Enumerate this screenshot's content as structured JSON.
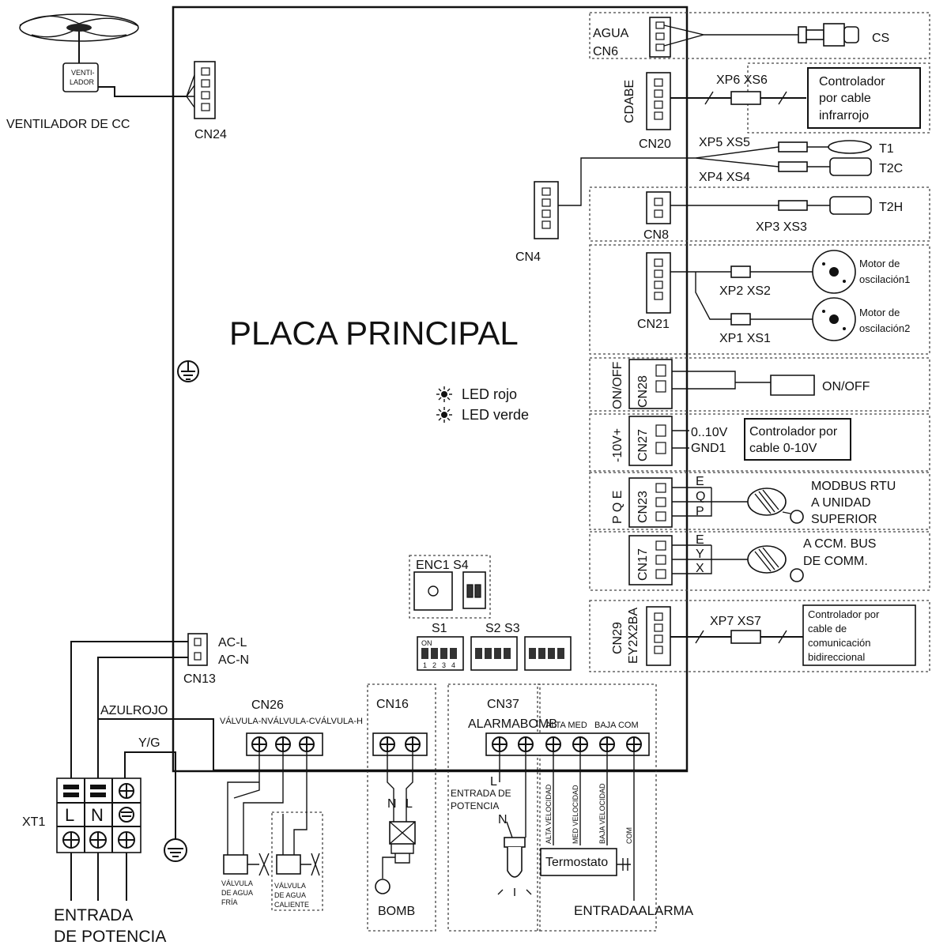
{
  "board": {
    "title": "PLACA PRINCIPAL",
    "led_red": "LED rojo",
    "led_green": "LED verde"
  },
  "fan": {
    "box_label_1": "VENTI-",
    "box_label_2": "LADOR",
    "caption": "VENTILADOR DE CC",
    "connector": "CN24"
  },
  "cn6": {
    "label_1": "AGUA",
    "label_2": "CN6",
    "device": "CS"
  },
  "cn20": {
    "vertical": "CDABE",
    "connector": "CN20",
    "plug": "XP6 XS6",
    "ctrl_1": "Controlador",
    "ctrl_2": "por cable",
    "ctrl_3": "infrarrojo"
  },
  "cn4": {
    "connector": "CN4",
    "plug_t1": "XP5 XS5",
    "plug_t2c": "XP4 XS4",
    "sensor_t1": "T1",
    "sensor_t2c": "T2C"
  },
  "cn8": {
    "connector": "CN8",
    "plug": "XP3 XS3",
    "sensor": "T2H"
  },
  "cn21": {
    "connector": "CN21",
    "plug_1": "XP2 XS2",
    "plug_2": "XP1 XS1",
    "motor1_a": "Motor de",
    "motor1_b": "oscilación1",
    "motor2_a": "Motor de",
    "motor2_b": "oscilación2"
  },
  "cn28": {
    "vertical": "ON/OFF",
    "connector": "CN28",
    "switch": "ON/OFF"
  },
  "cn27": {
    "vertical": "-10V+",
    "connector": "CN27",
    "sig_1": "0..10V",
    "sig_2": "GND1",
    "ctrl_1": "Controlador por",
    "ctrl_2": "cable 0-10V"
  },
  "cn23": {
    "vertical": "P Q E",
    "connector": "CN23",
    "pin_e": "E",
    "pin_q": "Q",
    "pin_p": "P",
    "text_1": "MODBUS RTU",
    "text_2": "A UNIDAD",
    "text_3": "SUPERIOR"
  },
  "cn17": {
    "connector": "CN17",
    "pin_e": "E",
    "pin_y": "Y",
    "pin_x": "X",
    "text_1": "A CCM. BUS",
    "text_2": "DE COMM."
  },
  "cn29": {
    "vertical_1": "CN29",
    "vertical_2": "EY2X2BA",
    "plug": "XP7 XS7",
    "ctrl_1": "Controlador por",
    "ctrl_2": "cable de",
    "ctrl_3": "comunicación",
    "ctrl_4": "bidireccional"
  },
  "switches": {
    "enc": "ENC1 S4",
    "s1": "S1",
    "s2s3": "S2 S3",
    "on": "ON",
    "n1": "1",
    "n2": "2",
    "n3": "3",
    "n4": "4"
  },
  "cn13": {
    "acl": "AC-L",
    "acn": "AC-N",
    "connector": "CN13"
  },
  "power": {
    "azulrojo": "AZULROJO",
    "yg": "Y/G",
    "xt1": "XT1",
    "l": "L",
    "n": "N",
    "caption_1": "ENTRADA",
    "caption_2": "DE POTENCIA"
  },
  "cn26": {
    "connector": "CN26",
    "pins": "VÁLVULA-NVÁLVULA-CVÁLVULA-H",
    "cold_1": "VÁLVULA",
    "cold_2": "DE AGUA",
    "cold_3": "FRÍA",
    "hot_1": "VÁLVULA",
    "hot_2": "DE AGUA",
    "hot_3": "CALIENTE"
  },
  "cn16": {
    "connector": "CN16",
    "n": "N",
    "l": "L",
    "caption": "BOMB"
  },
  "cn37": {
    "connector": "CN37",
    "pins": "ALARMABOMB",
    "l": "L",
    "entrada_1": "ENTRADA DE",
    "entrada_2": "POTENCIA",
    "n": "N"
  },
  "thermo": {
    "pins": "ALTA MED",
    "baja": "BAJA COM",
    "v_alta": "ALTA VELOCIDAD",
    "v_med": "MED VELOCIDAD",
    "v_baja": "BAJA VELOCIDAD",
    "v_com": "COM",
    "box": "Termostato",
    "caption": "ENTRADAALARMA"
  }
}
